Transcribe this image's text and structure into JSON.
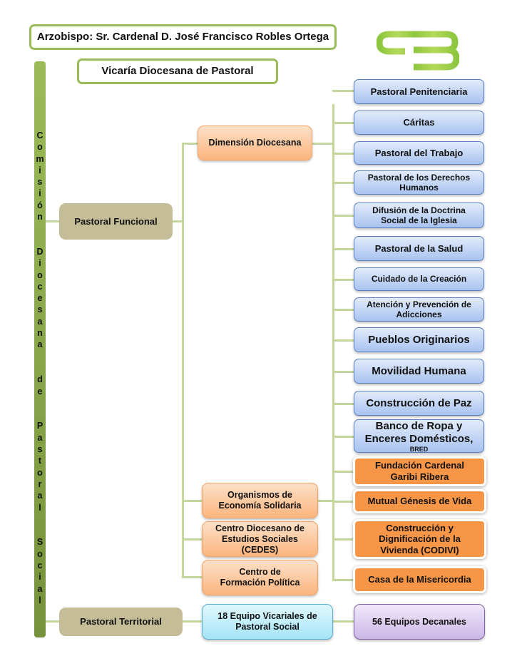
{
  "header": {
    "archbishop": "Arzobispo: Sr. Cardenal D. José Francisco Robles Ortega",
    "vicariate": "Vicaría Diocesana de Pastoral",
    "logo_icon": "cps-logo-icon"
  },
  "sidebar": {
    "label": "Comisión Diocesana de Pastoral Social"
  },
  "branches": {
    "funcional": "Pastoral Funcional",
    "territorial": "Pastoral Territorial"
  },
  "mid": {
    "dimension": "Dimensión Diocesana",
    "organismos": "Organismos de Economía Solidaria",
    "cedes": "Centro Diocesano de Estudios Sociales (CEDES)",
    "formacion": "Centro de Formación Política",
    "vicariales": "18 Equipo Vicariales de Pastoral Social"
  },
  "penitenciaria": "Pastoral Penitenciaria",
  "dimension_items": [
    "Cáritas",
    "Pastoral del Trabajo",
    "Pastoral de los Derechos Humanos",
    "Difusión de la Doctrina Social de la Iglesia",
    "Pastoral de la Salud",
    "Cuidado de la Creación",
    "Atención y Prevención de Adicciones",
    "Pueblos Originarios",
    "Movilidad Humana",
    "Construcción de Paz",
    "Banco de Ropa y Enceres Domésticos,"
  ],
  "bred_note": "BRED",
  "organismos_items": [
    "Fundación Cardenal Garibi Ribera",
    "Mutual Génesis de Vida",
    "Construcción y Dignificación de la Vivienda (CODIVI)",
    "Casa de la Misericordia"
  ],
  "decanales": "56 Equipos Decanales",
  "colors": {
    "green_accent": "#9bbb59",
    "tan": "#c4bd97",
    "peach": "#fbb57e",
    "blue": "#a8c3f0",
    "orange": "#f79646",
    "cyan": "#a5e4f7",
    "purple": "#cbb7e6"
  }
}
